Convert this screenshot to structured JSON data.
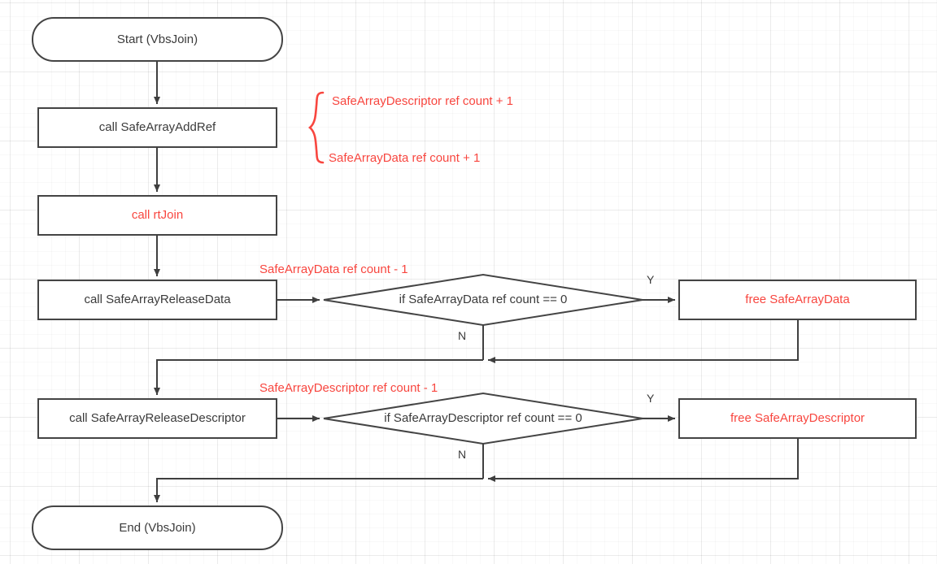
{
  "diagram": {
    "title": "VbsJoin SafeArray reference count flow",
    "colors": {
      "stroke": "#444444",
      "fill": "#ffffff",
      "text": "#3b3b3b",
      "accent_red": "#f8463f",
      "grid_minor": "#f2f2f2",
      "grid_major": "#e8e8e8"
    },
    "nodes": [
      {
        "id": "start",
        "shape": "terminator",
        "label": "Start (VbsJoin)",
        "red": false
      },
      {
        "id": "add-ref",
        "shape": "process",
        "label": "call SafeArrayAddRef",
        "red": false
      },
      {
        "id": "rt-join",
        "shape": "process",
        "label": "call rtJoin",
        "red": true
      },
      {
        "id": "release-data",
        "shape": "process",
        "label": "call SafeArrayReleaseData",
        "red": false
      },
      {
        "id": "check-data",
        "shape": "decision",
        "label": "if SafeArrayData ref count == 0",
        "red": false
      },
      {
        "id": "free-data",
        "shape": "process",
        "label": "free SafeArrayData",
        "red": true
      },
      {
        "id": "release-descriptor",
        "shape": "process",
        "label": "call SafeArrayReleaseDescriptor",
        "red": false
      },
      {
        "id": "check-descriptor",
        "shape": "decision",
        "label": "if SafeArrayDescriptor ref count == 0",
        "red": false
      },
      {
        "id": "free-descriptor",
        "shape": "process",
        "label": "free SafeArrayDescriptor",
        "red": true
      },
      {
        "id": "end",
        "shape": "terminator",
        "label": "End (VbsJoin)",
        "red": false
      }
    ],
    "annotations": [
      {
        "id": "annot-descriptor-inc",
        "text": "SafeArrayDescriptor ref count + 1"
      },
      {
        "id": "annot-data-inc",
        "text": "SafeArrayData ref count + 1"
      },
      {
        "id": "annot-data-dec",
        "text": "SafeArrayData ref count - 1"
      },
      {
        "id": "annot-descriptor-dec",
        "text": "SafeArrayDescriptor ref count - 1"
      }
    ],
    "edge_labels": {
      "data_yes": "Y",
      "data_no": "N",
      "descriptor_yes": "Y",
      "descriptor_no": "N"
    }
  }
}
